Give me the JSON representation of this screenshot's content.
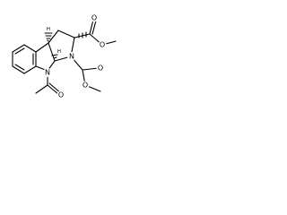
{
  "molecule": {
    "atoms": {
      "n_indoline": "N",
      "n_pyrrolidine": "N",
      "o_ester_top_carbonyl": "O",
      "o_ester_top_ether": "O",
      "o_carbamate_carbonyl": "O",
      "o_carbamate_ether": "O",
      "o_acetyl": "O"
    },
    "stereo_marks": {
      "h_c3a": "H",
      "h_c8a": "H"
    },
    "colors": {
      "bond": "#000000",
      "label": "#000000",
      "background": "#ffffff"
    }
  }
}
